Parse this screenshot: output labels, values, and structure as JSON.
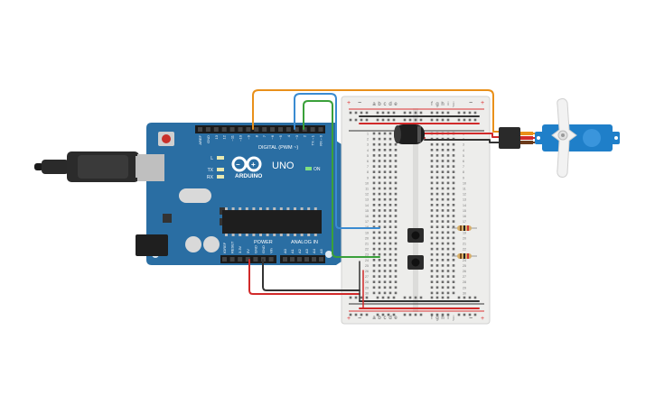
{
  "arduino": {
    "brand": "ARDUINO",
    "model": "UNO",
    "digital_label": "DIGITAL (PWM ~)",
    "power_label": "POWER",
    "analog_label": "ANALOG IN",
    "on_label": "ON",
    "led_l": "L",
    "led_tx": "TX",
    "led_rx": "RX",
    "digital_pins": [
      "AREF",
      "GND",
      "13",
      "12",
      "~11",
      "~10",
      "~9",
      "8",
      "7",
      "~6",
      "~5",
      "4",
      "~3",
      "2",
      "TX→1",
      "RX←0"
    ],
    "power_pins": [
      "IOREF",
      "RESET",
      "3.3V",
      "5V",
      "GND",
      "GND",
      "Vin"
    ],
    "analog_pins": [
      "A0",
      "A1",
      "A2",
      "A3",
      "A4",
      "A5"
    ]
  },
  "breadboard": {
    "col_letters_left": [
      "a",
      "b",
      "c",
      "d",
      "e"
    ],
    "col_letters_right": [
      "f",
      "g",
      "h",
      "i",
      "j"
    ],
    "plus": "+",
    "minus": "−",
    "row_numbers": [
      "1",
      "2",
      "3",
      "4",
      "5",
      "6",
      "7",
      "8",
      "9",
      "10",
      "11",
      "12",
      "13",
      "14",
      "15",
      "16",
      "17",
      "18",
      "19",
      "20",
      "21",
      "22",
      "23",
      "24",
      "25",
      "26",
      "27",
      "28",
      "29",
      "30"
    ]
  },
  "colors": {
    "board": "#2a6ea3",
    "board_text": "#ffffff",
    "breadboard": "#ededeb",
    "wire_orange": "#e9901a",
    "wire_blue": "#3a8bd1",
    "wire_green": "#3aa03a",
    "wire_red": "#d12a2a",
    "wire_black": "#333333",
    "servo": "#1f7fc9"
  }
}
